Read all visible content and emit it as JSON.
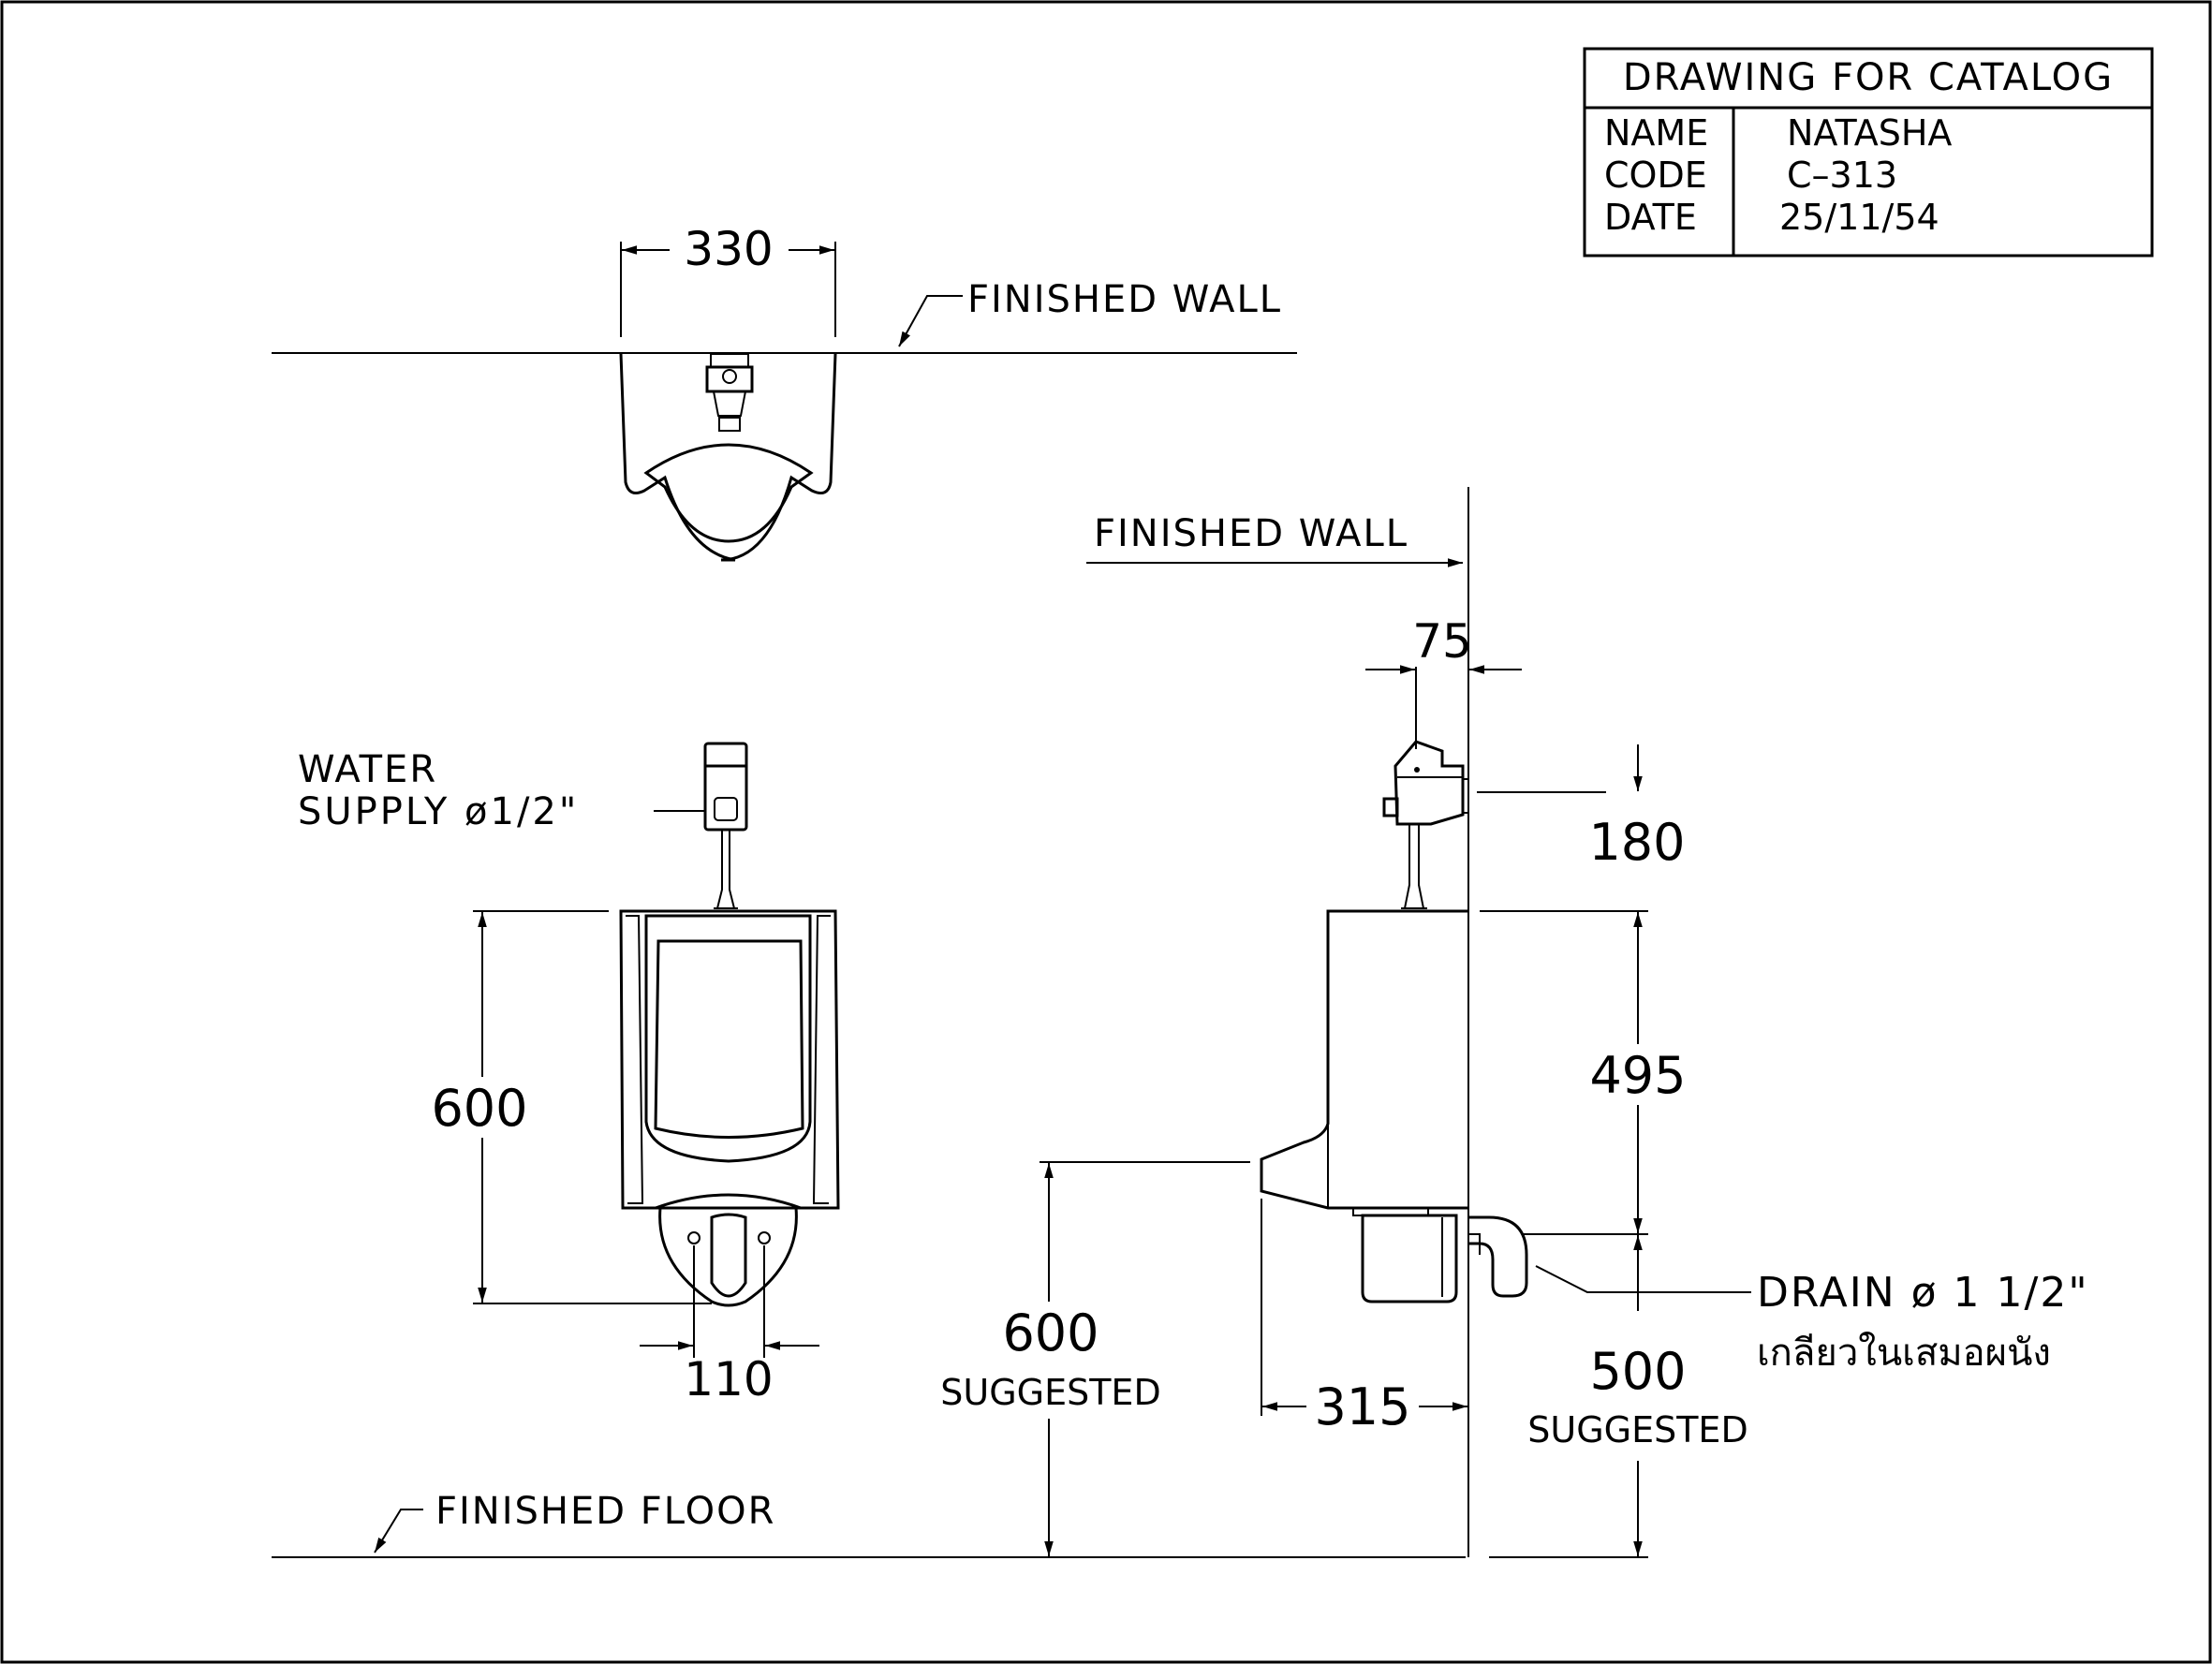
{
  "title_block": {
    "heading": "DRAWING FOR CATALOG",
    "name_label": "NAME",
    "name_value": "NATASHA",
    "code_label": "CODE",
    "code_value": "C–313",
    "date_label": "DATE",
    "date_value": "25/11/54"
  },
  "labels": {
    "finished_wall_top": "FINISHED WALL",
    "finished_wall_side": "FINISHED WALL",
    "finished_floor": "FINISHED FLOOR",
    "water_supply_line1": "WATER",
    "water_supply_line2": "SUPPLY ø1/2\"",
    "drain": "DRAIN ø 1  1/2\"",
    "drain_thai": "เกลียวในเสมอผนัง",
    "suggested_front": "SUGGESTED",
    "suggested_side": "SUGGESTED"
  },
  "dimensions": {
    "top_width": "330",
    "front_height": "600",
    "front_spacing": "110",
    "wall_offset": "75",
    "valve_height": "180",
    "body_height": "495",
    "mount_height": "600",
    "depth": "315",
    "drain_height": "500"
  }
}
